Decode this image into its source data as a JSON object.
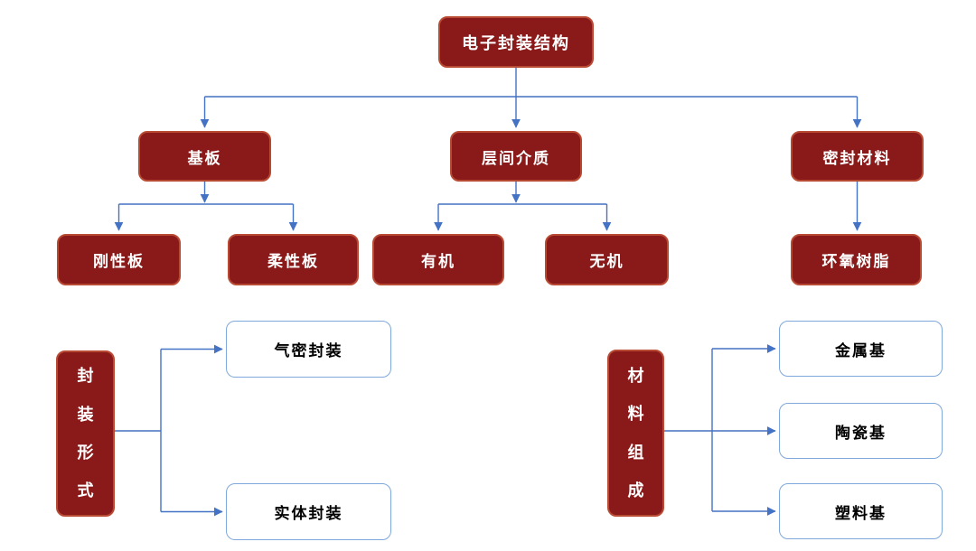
{
  "diagram": {
    "root": {
      "label": "电子封装结构"
    },
    "branches": [
      {
        "label": "基板",
        "children": [
          {
            "label": "刚性板"
          },
          {
            "label": "柔性板"
          }
        ]
      },
      {
        "label": "层间介质",
        "children": [
          {
            "label": "有机"
          },
          {
            "label": "无机"
          }
        ]
      },
      {
        "label": "密封材料",
        "children": [
          {
            "label": "环氧树脂"
          }
        ]
      }
    ],
    "groups": [
      {
        "label": "封装形式",
        "children": [
          {
            "label": "气密封装"
          },
          {
            "label": "实体封装"
          }
        ]
      },
      {
        "label": "材料组成",
        "children": [
          {
            "label": "金属基"
          },
          {
            "label": "陶瓷基"
          },
          {
            "label": "塑料基"
          }
        ]
      }
    ],
    "colors": {
      "node_fill": "#8A1A19",
      "node_border": "#B84A33",
      "node_text": "#FFFFFF",
      "leaf_fill": "#FFFFFF",
      "leaf_border": "#7FA8DC",
      "leaf_text": "#000000",
      "connector": "#4472C4",
      "background": "#FFFFFF"
    }
  }
}
